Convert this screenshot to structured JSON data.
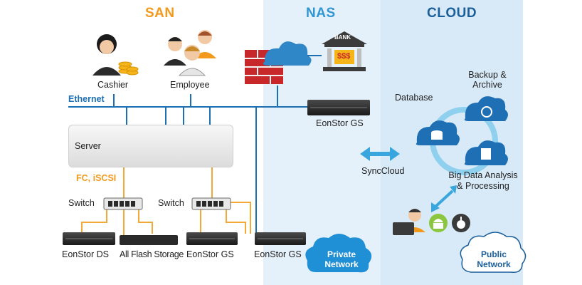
{
  "sections": {
    "san": "SAN",
    "nas": "NAS",
    "cloud": "CLOUD"
  },
  "people": {
    "cashier": "Cashier",
    "employee": "Employee"
  },
  "network": {
    "ethernet": "Ethernet",
    "protocols": "FC, iSCSI"
  },
  "servers": {
    "label": "Server"
  },
  "switches": {
    "left": "Switch",
    "right": "Switch"
  },
  "storage": {
    "eonstor_ds": "EonStor DS",
    "all_flash": "All Flash Storage",
    "eonstor_gs_1": "EonStor GS",
    "eonstor_gs_2": "EonStor GS",
    "eonstor_gs_nas": "EonStor GS"
  },
  "nas": {
    "bank": "BANK",
    "bank_sign": "$$$"
  },
  "sync": {
    "label": "SyncCloud"
  },
  "cloud": {
    "database": "Database",
    "backup_line1": "Backup &",
    "backup_line2": "Archive",
    "bigdata_line1": "Big Data Analysis",
    "bigdata_line2": "& Processing"
  },
  "badges": {
    "private_line1": "Private",
    "private_line2": "Network",
    "public_line1": "Public",
    "public_line2": "Network"
  },
  "colors": {
    "san": "#f39a1e",
    "nas": "#2f96d3",
    "cloud": "#1a5e9a",
    "link_blue": "#1d6fb3",
    "link_orange": "#f3a83a",
    "nas_bg": "#e5f1fa",
    "cloud_bg": "#d8eaf8",
    "cloud_icon": "#1f6fb5",
    "ring": "#8fd0ef"
  },
  "icons": [
    "cashier-icon",
    "employee-icon",
    "firewall-icon",
    "cloud-icon",
    "bank-icon",
    "server-icon",
    "switch-icon",
    "storage-icon",
    "database-cloud-icon",
    "backup-cloud-icon",
    "bigdata-cloud-icon",
    "user-icon",
    "android-icon",
    "apple-icon"
  ]
}
